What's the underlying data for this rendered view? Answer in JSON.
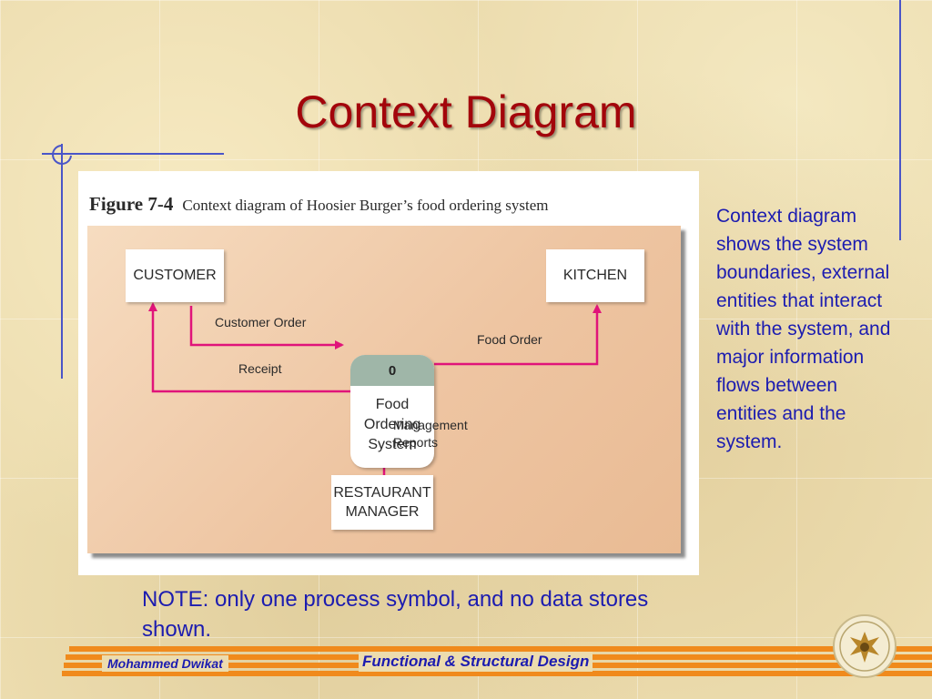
{
  "slide": {
    "title": "Context Diagram",
    "side_text": "Context diagram shows the system boundaries, external entities that interact with the system, and major information flows between entities and the system.",
    "note": "NOTE: only one process symbol, and no data stores shown."
  },
  "figure": {
    "number": "Figure 7-4",
    "caption": "Context diagram of Hoosier Burger’s food ordering system",
    "entities": {
      "customer": "CUSTOMER",
      "kitchen": "KITCHEN",
      "restaurant_manager": "RESTAURANT MANAGER"
    },
    "process": {
      "id": "0",
      "name": "Food\nOrdering\nSystem"
    },
    "flows": {
      "customer_order": "Customer Order",
      "receipt": "Receipt",
      "food_order": "Food Order",
      "management_reports": "Management\nReports"
    }
  },
  "footer": {
    "author": "Mohammed Dwikat",
    "course": "Functional & Structural Design"
  },
  "colors": {
    "title": "#a3050b",
    "text_blue": "#1c1cb0",
    "flow_arrow": "#e0147a",
    "footer_stripe": "#f08a1c",
    "deco_line": "#4a55c8"
  },
  "logo": {
    "icon": "university-emblem-icon"
  }
}
